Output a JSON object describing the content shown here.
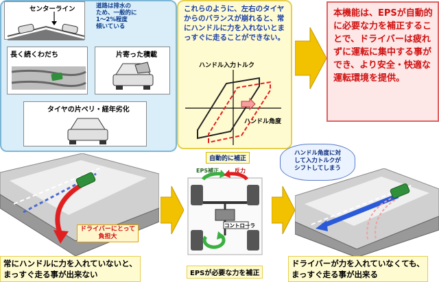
{
  "causes": {
    "center_line_label": "センターライン",
    "road_note": "道路は排水の\nため、一般的に\n1～2%程度\n傾いている",
    "ruts_label": "長く続くわだち",
    "load_label": "片寄った積載",
    "tire_label": "タイヤの片ベリ・経年劣化"
  },
  "explain": {
    "text": "これらのように、左右のタイヤからのバランスが崩れると、常にハンドルに力を入れないとまっすぐに走ることができない。",
    "y_axis_label": "ハンドル入力トルク",
    "x_axis_label": "ハンドル角度"
  },
  "result": {
    "text": "本機能は、EPSが自動的に必要な力を補正することで、ドライバーは疲れずに運転に集中する事ができ、より安全・快適な運転環境を提供。"
  },
  "middle": {
    "auto_correct_label": "自動的に補正",
    "eps_label": "EPS補正",
    "reaction_label": "反力",
    "controller_label": "コントローラ",
    "bottom_text": "EPSが必要な力を補正"
  },
  "cloud": {
    "text": "ハンドル角度に対\nして入力トルクが\nシフトしてしまう"
  },
  "left_scene": {
    "burden_label": "ドライバーにとって\n負担大",
    "bottom_text": "常にハンドルに力を入れていないと、\nまっすぐ走る事が出来ない"
  },
  "right_scene": {
    "bottom_text": "ドライバーが力を入れていなくても、\nまっすぐ走る事が出来る"
  },
  "colors": {
    "blue_panel": "#d9eef9",
    "yellow_panel": "#fffbd0",
    "red_panel": "#fde7e7",
    "arrow_yellow": "#f2c200",
    "red_accent": "#e02020",
    "green_accent": "#3ab040"
  }
}
